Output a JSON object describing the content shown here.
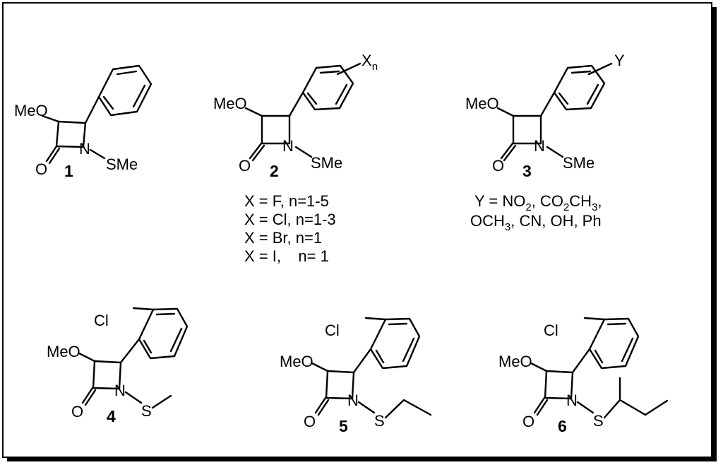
{
  "compounds": [
    {
      "number": "1",
      "substituents": {
        "methoxy": "MeO",
        "oxygen": "O",
        "nitrogen": "N",
        "s_group": "SMe"
      }
    },
    {
      "number": "2",
      "substituents": {
        "methoxy": "MeO",
        "oxygen": "O",
        "nitrogen": "N",
        "s_group": "SMe",
        "aryl_X": "X",
        "aryl_n": "n"
      },
      "notes": [
        "X = F,  n=1-5",
        "X = Cl, n=1-3",
        "X = Br, n=1",
        "X = I,    n= 1"
      ]
    },
    {
      "number": "3",
      "substituents": {
        "methoxy": "MeO",
        "oxygen": "O",
        "nitrogen": "N",
        "s_group": "SMe",
        "aryl_Y": "Y"
      },
      "notes_line1": {
        "a": "Y = NO",
        "a_sub": "2",
        "b": ", CO",
        "b_sub": "2",
        "c": "CH",
        "c_sub": "3",
        "d": ","
      },
      "notes_line2": {
        "a": "OCH",
        "a_sub": "3",
        "b": ", CN, OH, Ph"
      }
    },
    {
      "number": "4",
      "substituents": {
        "methoxy": "MeO",
        "oxygen": "O",
        "nitrogen": "N",
        "sulfur": "S",
        "chloro": "Cl"
      }
    },
    {
      "number": "5",
      "substituents": {
        "methoxy": "MeO",
        "oxygen": "O",
        "nitrogen": "N",
        "sulfur": "S",
        "chloro": "Cl"
      }
    },
    {
      "number": "6",
      "substituents": {
        "methoxy": "MeO",
        "oxygen": "O",
        "nitrogen": "N",
        "sulfur": "S",
        "chloro": "Cl"
      }
    }
  ]
}
